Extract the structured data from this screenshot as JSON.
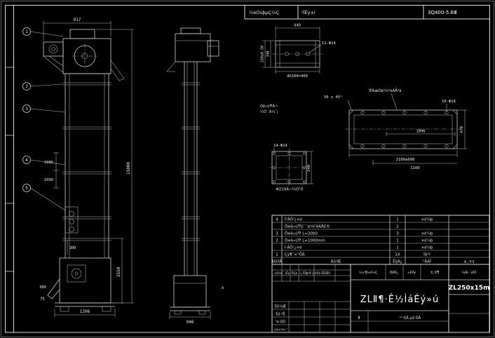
{
  "colors": {
    "bg": "#000000",
    "line": "#d9d9d9",
    "text": "#e9e9e9",
    "bright": "#ffffff"
  },
  "top_table": {
    "borrow_label": "½èÓüþµÇ¼Ç",
    "param_label": "²ÎÊý±í",
    "doc_no": "3Q400-5.6Ⅲ"
  },
  "front_view": {
    "balloon_1": "1",
    "balloon_2": "2",
    "balloon_3": "3",
    "balloon_4": "4",
    "balloon_5": "5",
    "dim_head_width": "917",
    "dim_total_height": "15000",
    "dim_boot_height": "3550",
    "dim_1086": "1086",
    "dim_1090": "1090",
    "dim_300": "300",
    "dim_380": "380",
    "dim_75": "75",
    "dim_base_width": "1206"
  },
  "side_view": {
    "dim_base_width": "946"
  },
  "detail_channel": {
    "dim_top": "440",
    "holes_label": "11-Φ14",
    "dim_left_outer": "210±0.50",
    "dim_left_inner": "340",
    "dim_bottom": "4X100=400"
  },
  "detail_plate": {
    "chamfer_note": "50 x 45°",
    "top_note": "´ËÃæÓë¼ì²éÃÅͬ²à",
    "holes_label": "10-Φ18",
    "dim_inner": "1096",
    "dim_height": "470",
    "dim_length": "2100±600",
    "dim_1100": "1100"
  },
  "notes": {
    "line1": "Óë»úͲÁ¬",
    "line2": "½Ó·¨À¼´¦"
  },
  "detail_flange": {
    "holes_label": "14-Φ14",
    "dim_height": "240",
    "caption": "Φ219Á¬½Ó¹Ü"
  },
  "stray_mark": "±",
  "parts_table": {
    "rows": [
      {
        "no": "4",
        "name": "Î²ÂÖ²¿×é",
        "qty": "1",
        "mat": "×é¼þ",
        "rem": ""
      },
      {
        "no": "",
        "name": "Öмä»úͲ£¨´ø¼ì²éÃÅ£©",
        "qty": "2",
        "mat": "",
        "rem": ""
      },
      {
        "no": "3",
        "name": "Öмä»úͲ L=2000",
        "qty": "3",
        "mat": "×é¼þ",
        "rem": ""
      },
      {
        "no": "2",
        "name": "Öмä»úͲ L=1000mm",
        "qty": "1",
        "mat": "×é¼þ",
        "rem": ""
      },
      {
        "no": "",
        "name": "Í·ÂÖ²¿×é",
        "qty": "1",
        "mat": "×é¼þ",
        "rem": ""
      },
      {
        "no": "1",
        "name": "Çý¶¯×°ÖÃ",
        "qty": "1X",
        "mat": "Íâ¹º",
        "rem": ""
      }
    ],
    "header": {
      "no": "ÐòºÅ",
      "name": "Ãû³Æ",
      "qty": "ÊýÁ¿",
      "mat": "²ÄÁÏ",
      "rem": "±¸×¢"
    }
  },
  "title_block": {
    "title": "ZLⅡ¶·Ê½ÌáÉý»ú",
    "model": "ZL250x15m",
    "product_code_label": "²úÆ·´úºÅ",
    "stage_label": "½×¶Î±ê¼Ç",
    "weight_label": "ÖØÁ¿",
    "scale_label": "±ÈÀý",
    "scale_value": "±,X¶",
    "rev_strip": "±ê¼Ç ´¦Êý ·ÖÇø ¸ü¸ÄÎļþºÅ Ç©Ãû ÈÕÆÚ",
    "sig_design": "Éè¼Æ",
    "sig_check": "Éó ºË",
    "sig_process": "¹¤ ÒÕ",
    "sig_standard": "±ê×¼»¯",
    "sheet_note": "¹²  ÕÅ  µÚ  ÕÅ",
    "section_mark": "Ⅱ"
  }
}
